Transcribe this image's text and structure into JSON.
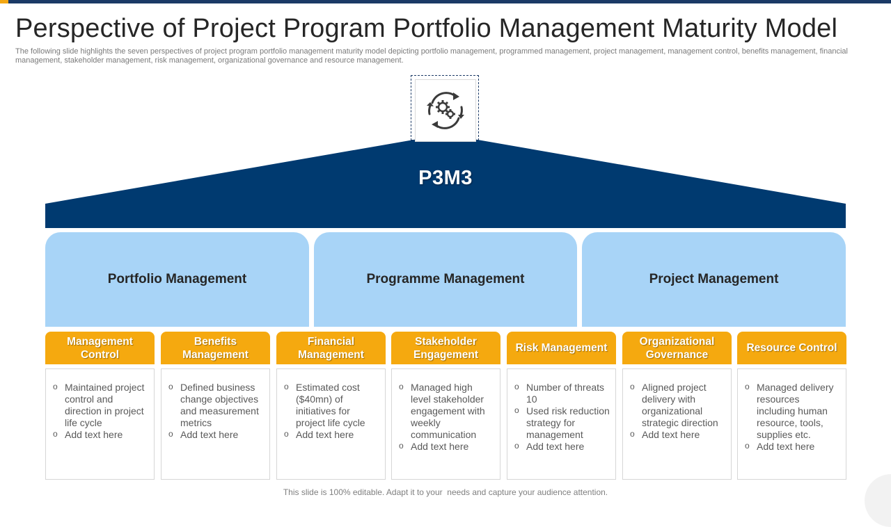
{
  "header": {
    "title": "Perspective of Project Program Portfolio Management Maturity Model",
    "subtitle": "The following slide highlights the seven perspectives of project program portfolio management maturity model depicting portfolio management, programmed management, project management, management control, benefits management, financial management, stakeholder management, risk management, organizational governance and resource management."
  },
  "roof": {
    "title": "P3M3",
    "icon": "gears-cycle-icon"
  },
  "levels": [
    {
      "label": "Portfolio Management"
    },
    {
      "label": "Programme Management"
    },
    {
      "label": "Project Management"
    }
  ],
  "perspectives": [
    {
      "title": "Management Control",
      "points": [
        "Maintained project control and direction in project life cycle",
        "Add text here"
      ]
    },
    {
      "title": "Benefits Management",
      "points": [
        "Defined business change objectives and measurement metrics",
        "Add text here"
      ]
    },
    {
      "title": "Financial Management",
      "points": [
        "Estimated cost ($40mn) of initiatives for project life cycle",
        "Add text here"
      ]
    },
    {
      "title": "Stakeholder Engagement",
      "points": [
        "Managed high level stakeholder engagement with weekly communication",
        "Add text here"
      ]
    },
    {
      "title": "Risk Management",
      "points": [
        "Number of threats 10",
        "Used risk reduction strategy for management",
        "Add text here"
      ]
    },
    {
      "title": "Organizational Governance",
      "points": [
        "Aligned project delivery with organizational strategic direction",
        "Add text here"
      ]
    },
    {
      "title": "Resource Control",
      "points": [
        "Managed delivery resources including human resource, tools, supplies etc.",
        "Add text here"
      ]
    }
  ],
  "footer": {
    "text": "This slide is 100% editable. Adapt it to your  needs and capture your audience attention."
  },
  "colors": {
    "navy": "#003a70",
    "light_blue": "#a8d4f7",
    "orange": "#f5a90f"
  }
}
